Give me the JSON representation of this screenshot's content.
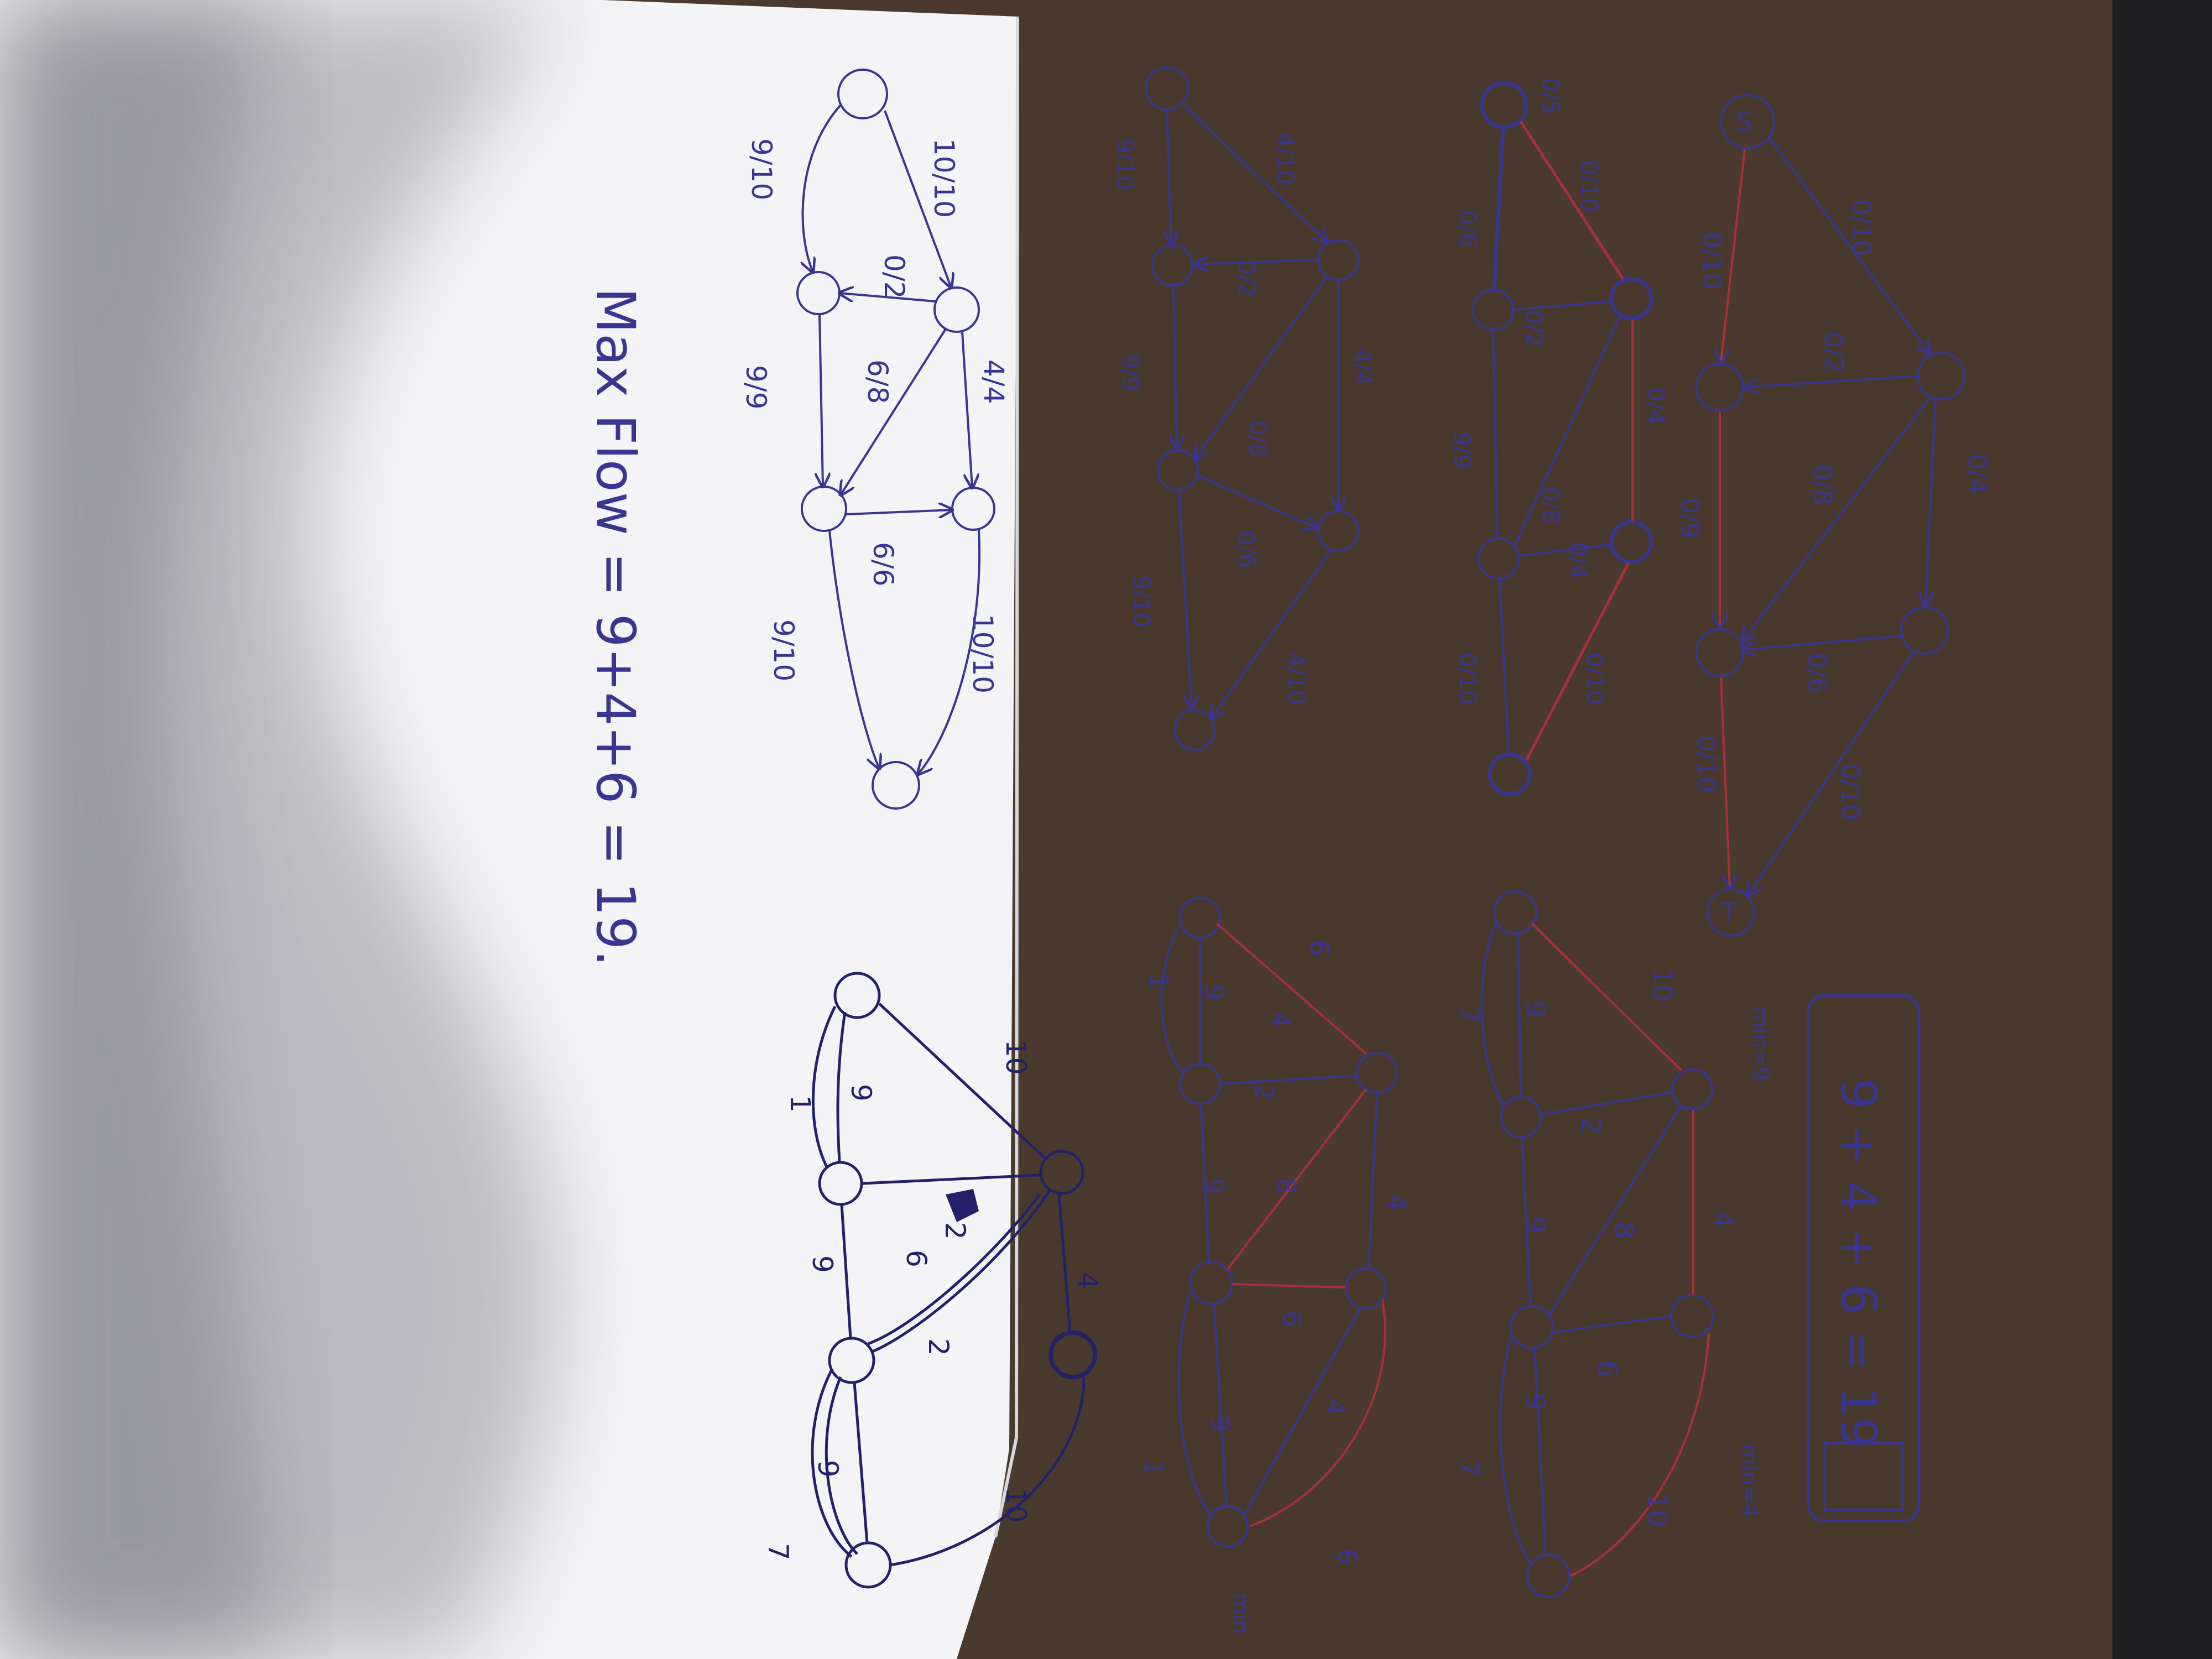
{
  "photo": {
    "subject": "handwritten-max-flow-notes",
    "colors": {
      "ink": "#3a3590",
      "red_ink": "#a8303a",
      "paper": "#f4f4f6",
      "table": "#4a3a2e"
    }
  },
  "sheet": {
    "flow_graphs": {
      "g1": {
        "source": "S",
        "sink": "T",
        "edges": [
          "0/10",
          "0/10",
          "0/4",
          "0/2",
          "0/8",
          "0/9",
          "0/6",
          "0/10",
          "0/10"
        ]
      },
      "g2": {
        "edges": [
          "0/10",
          "0/6",
          "0/2",
          "0/4",
          "9/9",
          "0/8",
          "0/4",
          "0/10",
          "0/10",
          "0/5"
        ]
      },
      "g3": {
        "edges": [
          "4/10",
          "9/10",
          "0/2",
          "4/4",
          "9/9",
          "0/8",
          "0/6",
          "4/10",
          "9/10"
        ]
      },
      "g4": {
        "edges": [
          "10/10",
          "9/10",
          "0/2",
          "4/4",
          "6/8",
          "9/9",
          "6/6",
          "10/10",
          "9/10"
        ]
      }
    },
    "residual_graphs": {
      "r1": {
        "labels": [
          "10",
          "7",
          "9",
          "2",
          "9",
          "8",
          "4",
          "6",
          "7",
          "9",
          "10"
        ],
        "min_a": "min=9",
        "min_b": "min=4"
      },
      "r2": {
        "labels": [
          "6",
          "1",
          "9",
          "4",
          "2",
          "9",
          "8",
          "4",
          "6",
          "4",
          "9",
          "1",
          "6"
        ],
        "min": "min"
      },
      "r3": {
        "labels": [
          "10",
          "1",
          "9",
          "2",
          "6",
          "9",
          "2",
          "4",
          "9",
          "7",
          "10"
        ]
      }
    },
    "boxed_sum": {
      "text": "9 + 4 + 6 = 19"
    },
    "conclusion": {
      "text": "Max Flow = 9+4+6 = 19."
    }
  }
}
